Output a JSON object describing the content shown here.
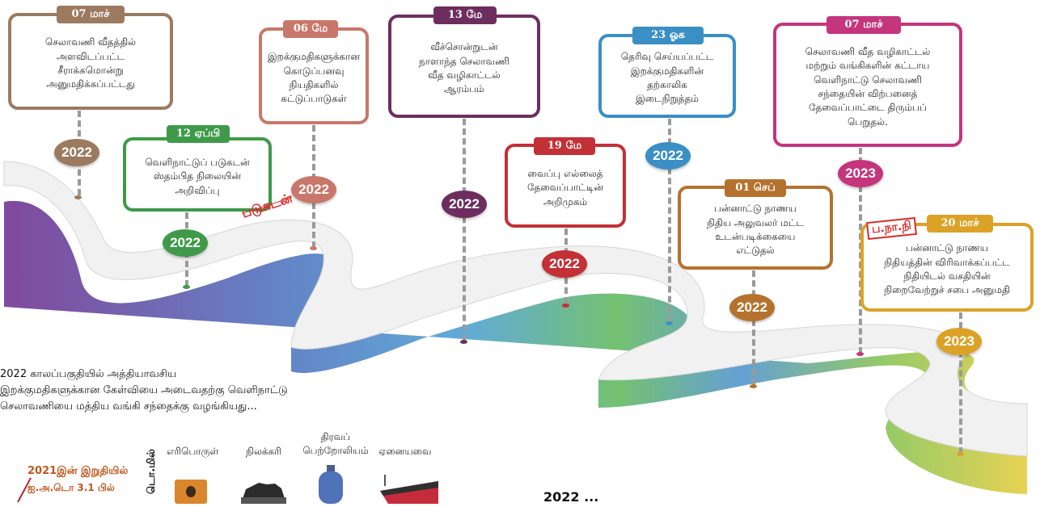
{
  "events": [
    {
      "id": "e1",
      "date": "07 மாச்",
      "year": "2022",
      "text": "செலாவணி வீதத்தில்\nஅளவிடப்பட்ட\nசீராக்கமொன்று\nஅனுமதிக்கப்பட்டது",
      "color": "#9c7a5f"
    },
    {
      "id": "e2",
      "date": "12 ஏப்பி",
      "year": "2022",
      "text": "வெளிநாட்டுப் படுகடன்\nஸ்தம்பித நிலையின்\nஅறிவிப்பு",
      "color": "#3e9a49"
    },
    {
      "id": "e3",
      "date": "06 மே",
      "year": "2022",
      "text": "இறக்குமதிகளுக்கான\nகொடுப்பனவு\nநியதிகளில்\nகட்டுப்பாடுகள்",
      "color": "#c9776a"
    },
    {
      "id": "e4",
      "date": "13 மே",
      "year": "2022",
      "text": "வீச்சொன்றுடன்\nநாளாந்த செலாவணி\nவீத வழிகாட்டல்\nஆரம்பம்",
      "color": "#6d2e5f"
    },
    {
      "id": "e5",
      "date": "19 மே",
      "year": "2022",
      "text": "வைப்பு எல்லைத்\nதேவைப்பாட்டின்\nஅறிமுகம்",
      "color": "#c33036"
    },
    {
      "id": "e6",
      "date": "23 ஓக",
      "year": "2022",
      "text": "தெரிவு செய்யப்பட்ட\nஇறக்குமதிகளின்\nதற்காலிக\nஇடைநிறுத்தம்",
      "color": "#3a8fc4"
    },
    {
      "id": "e7",
      "date": "01 செப்",
      "year": "2022",
      "text": "பன்னாட்டு நாணய\nநிதிய அலுவலர் மட்ட\nஉடன்படிக்கையை\nஎட்டுதல்",
      "color": "#b5722e"
    },
    {
      "id": "e8",
      "date": "07 மாச்",
      "year": "2023",
      "text": "செலாவணி வீத வழிகாட்டல்\nமற்றும் வங்கிகளின் கட்டாய\nவெளிநாட்டு செலாவணி\nசந்தையின் விற்பனைத்\nதேவைப்பாட்டை திரும்பப்\nபெறுதல்.",
      "color": "#c4357e"
    },
    {
      "id": "e9",
      "date": "20 மாச்",
      "year": "2023",
      "text": "பன்னாட்டு நாணய\nநிதியத்தின் விரிவாக்கப்பட்ட\nநிதியிடல் வசதியின்\nநிறைவேற்றுச் சபை அனுமதி",
      "color": "#dca227"
    }
  ],
  "stamp_text": "படுகடன்",
  "imf_stamp": "ப.நா.நி",
  "summary_paragraph": "2022 காலப்பகுதியில் அத்தியாவசிய\nஇறக்குமதிகளுக்கான கேள்வியை அடைவதற்கு வெளிநாட்டு\nசெலாவணியை மத்திய வங்கி சந்தைக்கு வழங்கியது...",
  "side_label": "டொ.மில்",
  "year_note": "2021இன் இறுதியில்",
  "reserve_note": "ஐ.அ.டொ 3.1 பில்",
  "categories": [
    "எரிபொருள்",
    "நிலக்கரி",
    "திரவப் பெற்றோலியம்",
    "ஏனையவை"
  ],
  "footer_text": "2022 ..."
}
